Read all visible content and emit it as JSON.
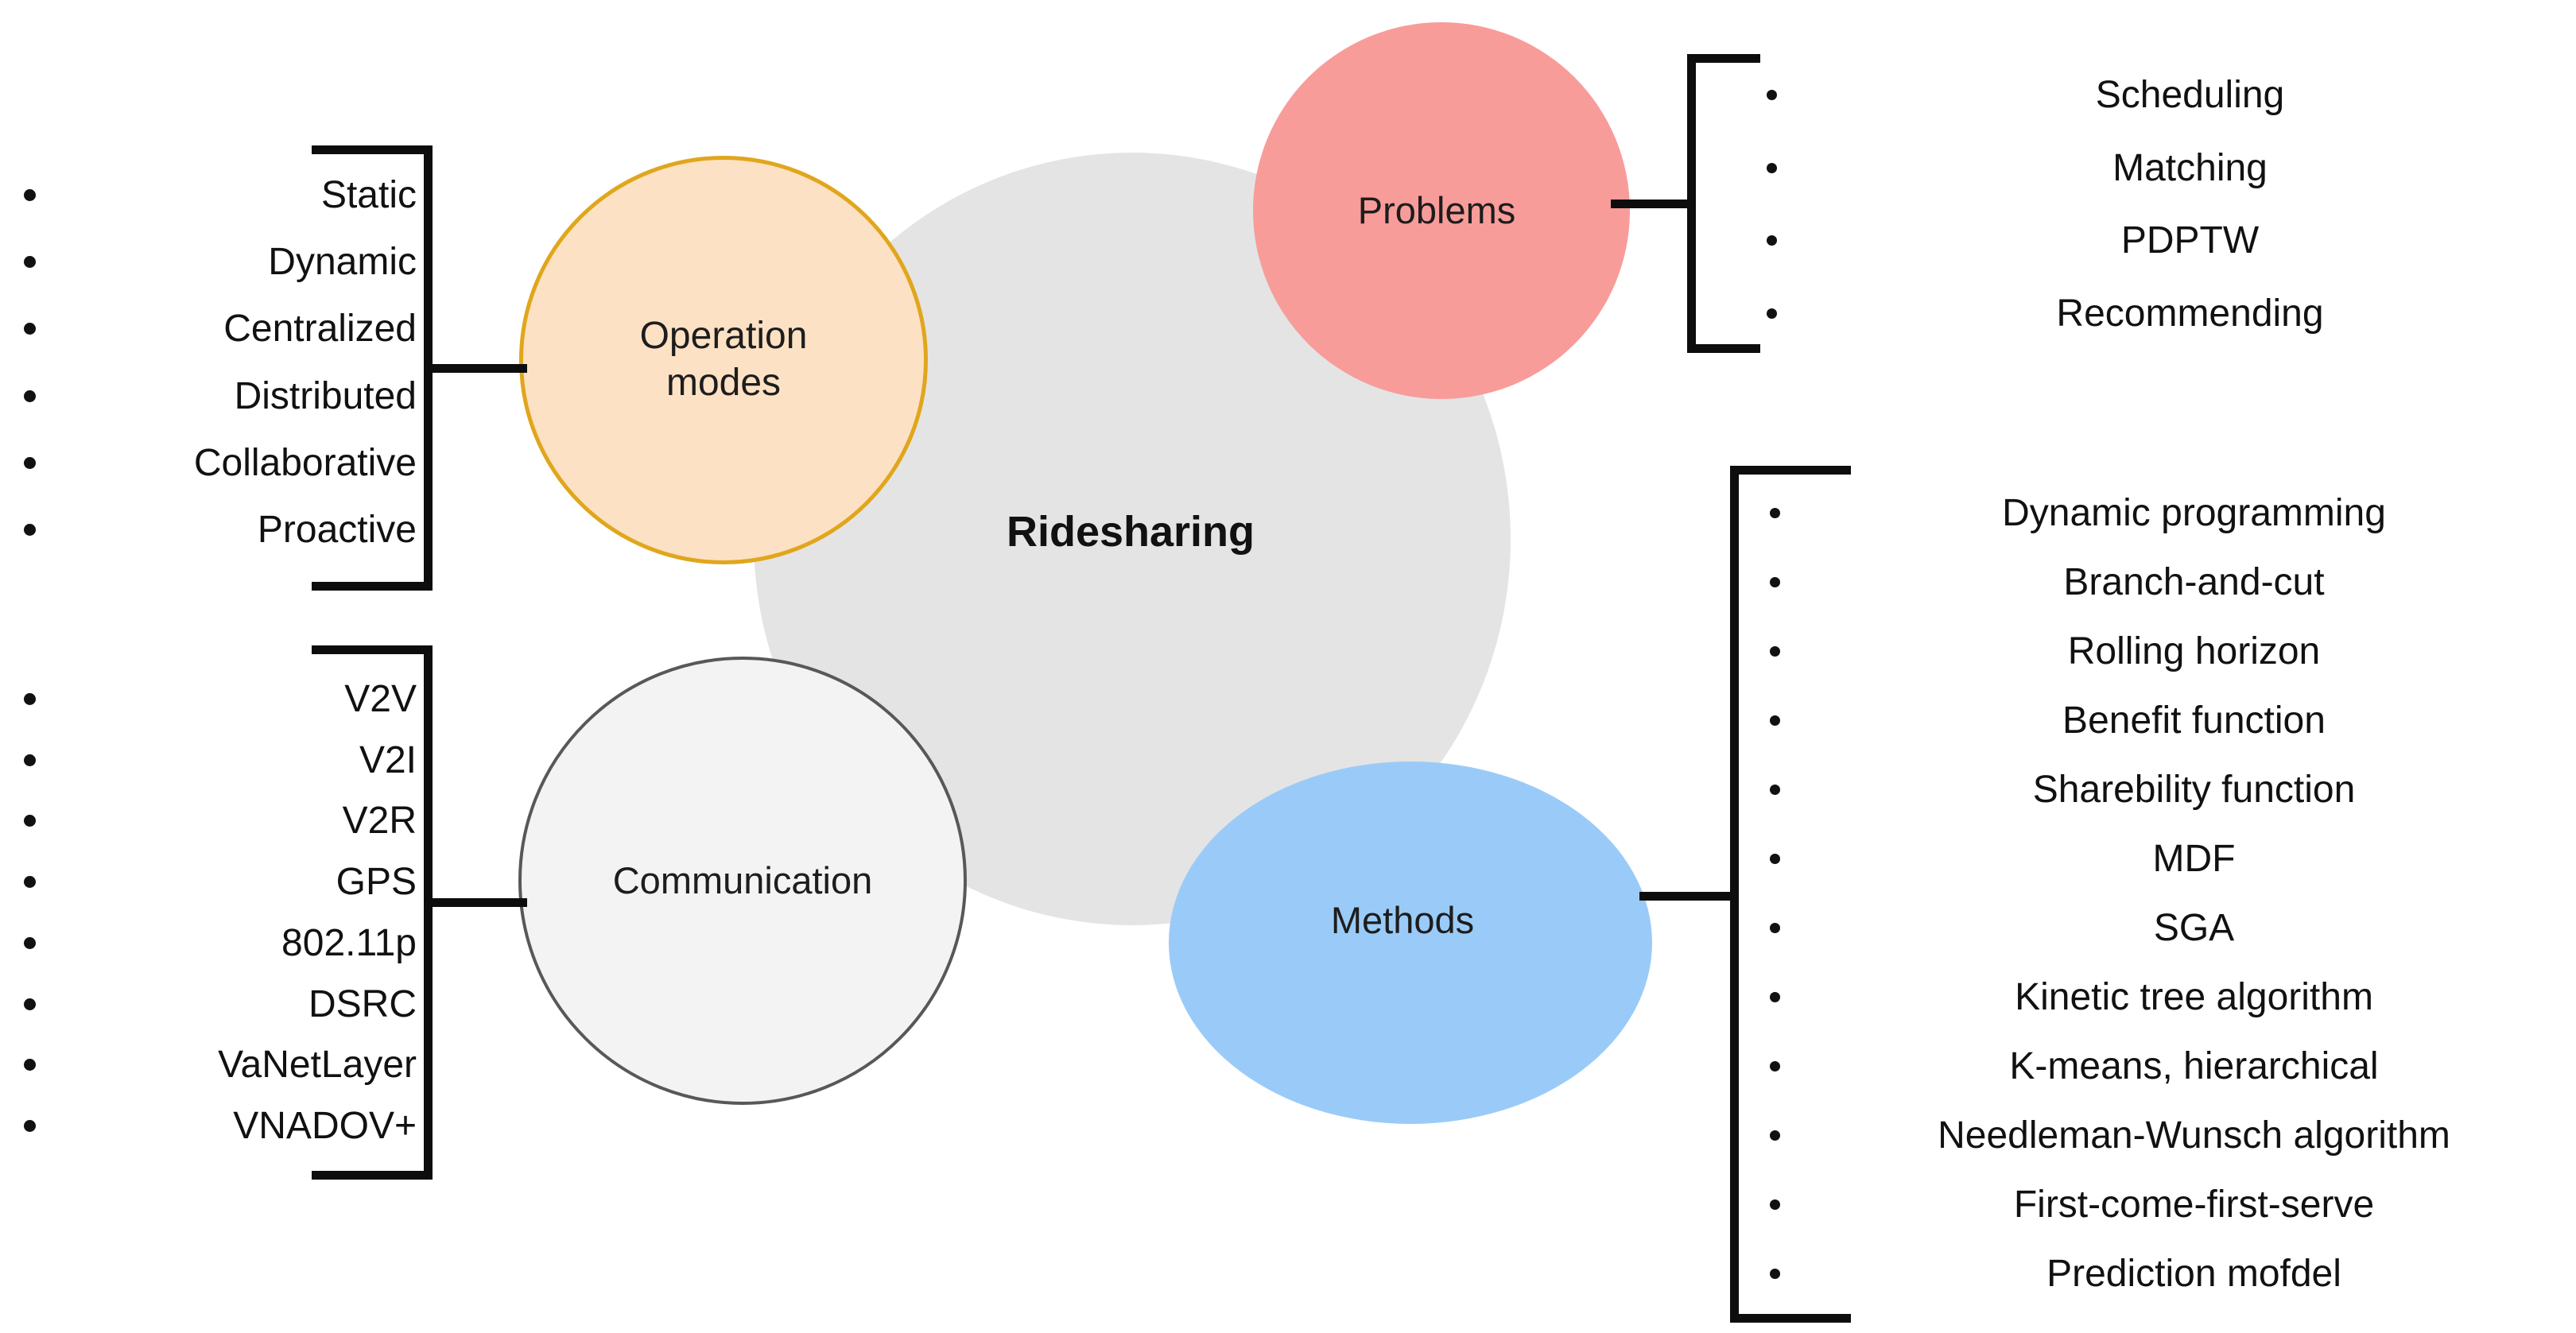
{
  "diagram": {
    "title": "Ridesharing",
    "center": {
      "label": "Ridesharing",
      "color": "#e4e4e4"
    },
    "nodes": [
      {
        "id": "operation-modes",
        "label": "Operation\nmodes",
        "label_line1": "Operation",
        "label_line2": "modes",
        "fill": "#fde1c4",
        "stroke": "#e0a61c"
      },
      {
        "id": "problems",
        "label": "Problems",
        "fill": "#f89c9a",
        "stroke": "none"
      },
      {
        "id": "communication",
        "label": "Communication",
        "fill": "#f3f3f3",
        "stroke": "#585858"
      },
      {
        "id": "methods",
        "label": "Methods",
        "fill": "#9acbf8",
        "stroke": "none"
      }
    ],
    "lists": {
      "operation_modes": [
        "Static",
        "Dynamic",
        "Centralized",
        "Distributed",
        "Collaborative",
        "Proactive"
      ],
      "communication": [
        "V2V",
        "V2I",
        "V2R",
        "GPS",
        "802.11p",
        "DSRC",
        "VaNetLayer",
        "VNADOV+"
      ],
      "problems": [
        "Scheduling",
        "Matching",
        "PDPTW",
        "Recommending"
      ],
      "methods": [
        "Dynamic programming",
        "Branch-and-cut",
        "Rolling horizon",
        "Benefit function",
        "Sharebility function",
        "MDF",
        "SGA",
        "Kinetic tree algorithm",
        "K-means, hierarchical",
        "Needleman-Wunsch algorithm",
        "First-come-first-serve",
        "Prediction mofdel"
      ]
    },
    "colors": {
      "bracket": "#0d0d0d",
      "text": "#111111",
      "background": "#ffffff"
    }
  }
}
